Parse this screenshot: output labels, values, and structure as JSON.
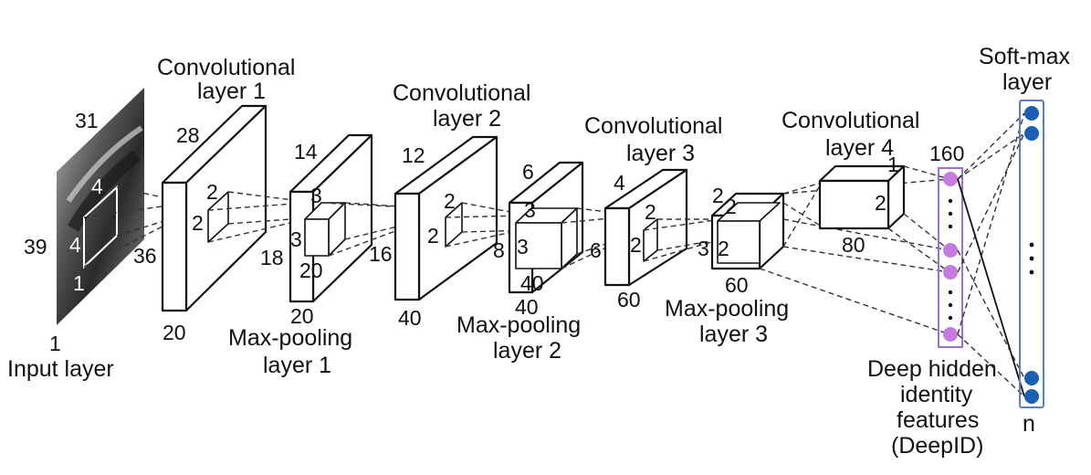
{
  "layers": {
    "input": {
      "name": "Input layer",
      "depth": "1",
      "height": "39",
      "width": "31",
      "filter_w": "4",
      "filter_h": "4",
      "stride": "1"
    },
    "conv1": {
      "name_line1": "Convolutional",
      "name_line2": "layer 1",
      "width": "28",
      "height": "36",
      "depth": "20",
      "filter_w": "2",
      "filter_h": "2"
    },
    "pool1": {
      "name_line1": "Max-pooling",
      "name_line2": "layer 1",
      "width": "14",
      "height": "18",
      "depth": "20",
      "filter_w": "3",
      "filter_h": "3",
      "filter_d": "20"
    },
    "conv2": {
      "name_line1": "Convolutional",
      "name_line2": "layer 2",
      "width": "12",
      "height": "16",
      "depth": "40",
      "filter_w": "2",
      "filter_h": "2"
    },
    "pool2": {
      "name_line1": "Max-pooling",
      "name_line2": "layer 2",
      "width": "6",
      "height": "8",
      "depth": "40",
      "filter_w": "3",
      "filter_h": "3",
      "filter_d": "40"
    },
    "conv3": {
      "name_line1": "Convolutional",
      "name_line2": "layer 3",
      "width": "4",
      "height": "6",
      "depth": "60",
      "filter_w": "2",
      "filter_h": "2"
    },
    "pool3": {
      "name_line1": "Max-pooling",
      "name_line2": "layer 3",
      "width": "2",
      "height": "3",
      "depth": "60",
      "filter_w": "2",
      "filter_h": "2"
    },
    "conv4": {
      "name_line1": "Convolutional",
      "name_line2": "layer 4",
      "width": "1",
      "height": "2",
      "depth": "80"
    },
    "deepid": {
      "size": "160",
      "line1": "Deep hidden",
      "line2": "identity",
      "line3": "features",
      "line4": "(DeepID)",
      "color": "#c77be0",
      "border": "#a070d0"
    },
    "softmax": {
      "line1": "Soft-max",
      "line2": "layer",
      "size": "n",
      "color": "#1a5fb4",
      "border": "#5a7fc0"
    }
  }
}
